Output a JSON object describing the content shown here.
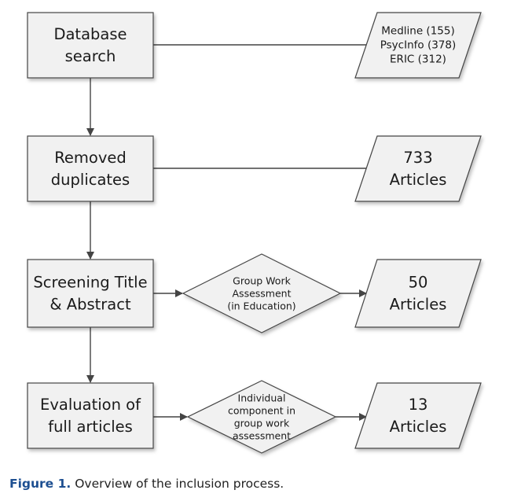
{
  "colors": {
    "box_fill": "#f1f1f1",
    "stroke": "#444444",
    "caption_label": "#1d4f91"
  },
  "steps": [
    {
      "lines": [
        "Database",
        "search"
      ]
    },
    {
      "lines": [
        "Removed",
        "duplicates"
      ]
    },
    {
      "lines": [
        "Screening Title",
        "& Abstract"
      ]
    },
    {
      "lines": [
        "Evaluation of",
        "full articles"
      ]
    }
  ],
  "criteria": [
    {
      "lines": [
        "Group Work",
        "Assessment",
        "(in Education)"
      ]
    },
    {
      "lines": [
        "Individual",
        "component in",
        "group work",
        "assessment"
      ]
    }
  ],
  "outputs": [
    {
      "lines": [
        "Medline (155)",
        "PsycInfo (378)",
        "ERIC (312)"
      ]
    },
    {
      "lines": [
        "733",
        "Articles"
      ]
    },
    {
      "lines": [
        "50",
        "Articles"
      ]
    },
    {
      "lines": [
        "13",
        "Articles"
      ]
    }
  ],
  "caption": {
    "label": "Figure 1.",
    "text": "Overview of the inclusion process."
  }
}
